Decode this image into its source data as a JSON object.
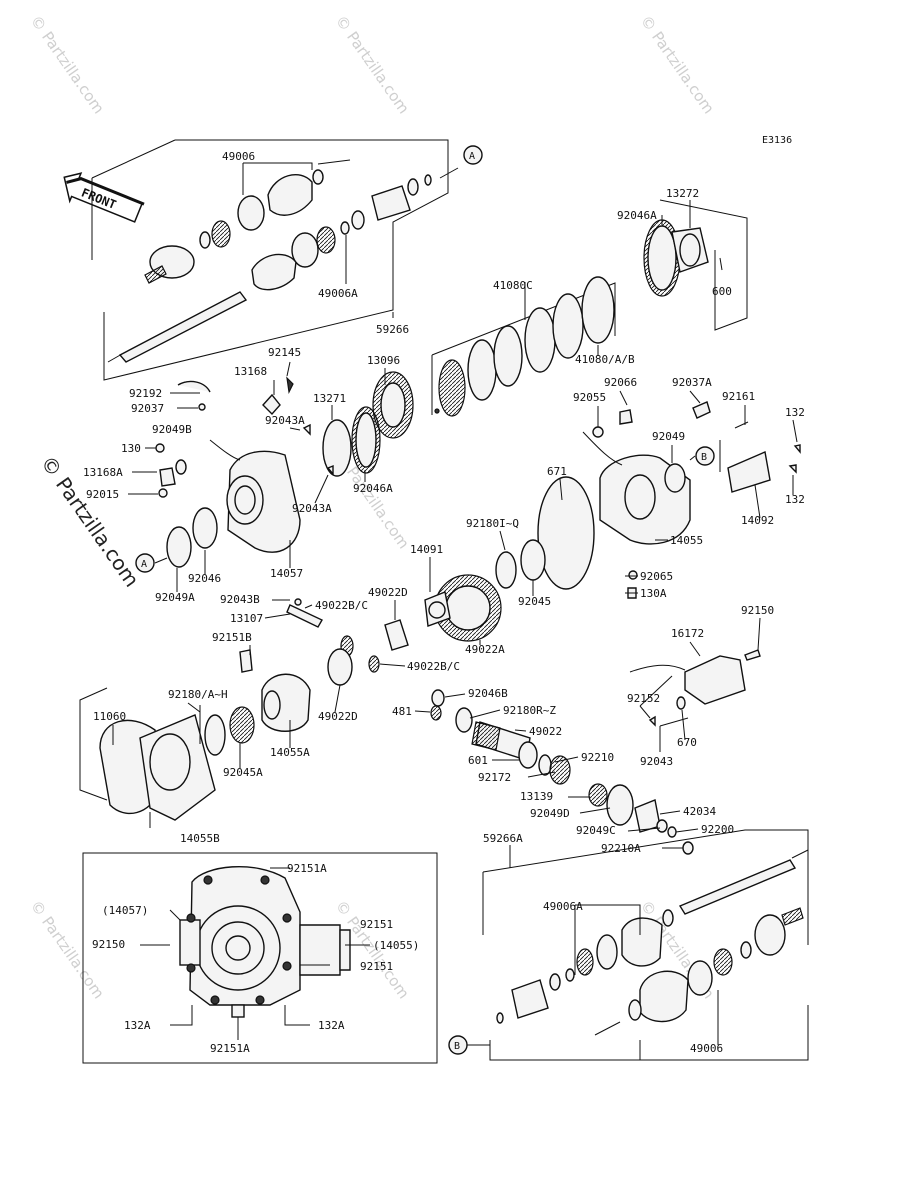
{
  "diagram_code": "E3136",
  "front_label": "FRONT",
  "watermark": "© Partzilla.com",
  "callouts": [
    "A",
    "B"
  ],
  "labels": {
    "p49006_top": "49006",
    "p49006A_top": "49006A",
    "p59266": "59266",
    "p13272": "13272",
    "p92046A_top": "92046A",
    "p600": "600",
    "p41080C": "41080C",
    "p41080AB": "41080/A/B",
    "p92145": "92145",
    "p13168": "13168",
    "p92192": "92192",
    "p92037": "92037",
    "p13271": "13271",
    "p13096": "13096",
    "p92043A_1": "92043A",
    "p92049B": "92049B",
    "p130": "130",
    "p13168A": "13168A",
    "p92015": "92015",
    "p92043A_2": "92043A",
    "p92046A_mid": "92046A",
    "p92046": "92046",
    "p92049A": "92049A",
    "p14057": "14057",
    "p92066": "92066",
    "p92037A": "92037A",
    "p92055": "92055",
    "p92161": "92161",
    "p132_1": "132",
    "p92049": "92049",
    "p132_2": "132",
    "p671": "671",
    "p14092": "14092",
    "p92180IQ": "92180I~Q",
    "p14091": "14091",
    "p14055": "14055",
    "p92065": "92065",
    "p130A": "130A",
    "p49022D_1": "49022D",
    "p92045": "92045",
    "p92043B": "92043B",
    "p49022BC_1": "49022B/C",
    "p13107": "13107",
    "p49022A": "49022A",
    "p92150_1": "92150",
    "p92151B": "92151B",
    "p16172": "16172",
    "p49022BC_2": "49022B/C",
    "p92046B": "92046B",
    "p92180AH": "92180/A~H",
    "p11060": "11060",
    "p49022D_2": "49022D",
    "p481": "481",
    "p92180RZ": "92180R~Z",
    "p92152": "92152",
    "p49022": "49022",
    "p670": "670",
    "p14055A": "14055A",
    "p92210": "92210",
    "p92045A": "92045A",
    "p601": "601",
    "p92172": "92172",
    "p92043": "92043",
    "p13139": "13139",
    "p42034": "42034",
    "p92049D": "92049D",
    "p92200": "92200",
    "p92049C": "92049C",
    "p14055B": "14055B",
    "p92210A": "92210A",
    "p59266A": "59266A",
    "i92151A_top": "92151A",
    "i14057": "(14057)",
    "i92151_1": "92151",
    "i92150": "92150",
    "i14055": "(14055)",
    "i92151_2": "92151",
    "i132A_l": "132A",
    "i132A_r": "132A",
    "i92151A_bot": "92151A",
    "p49006A_bot": "49006A",
    "p49006_bot": "49006"
  }
}
